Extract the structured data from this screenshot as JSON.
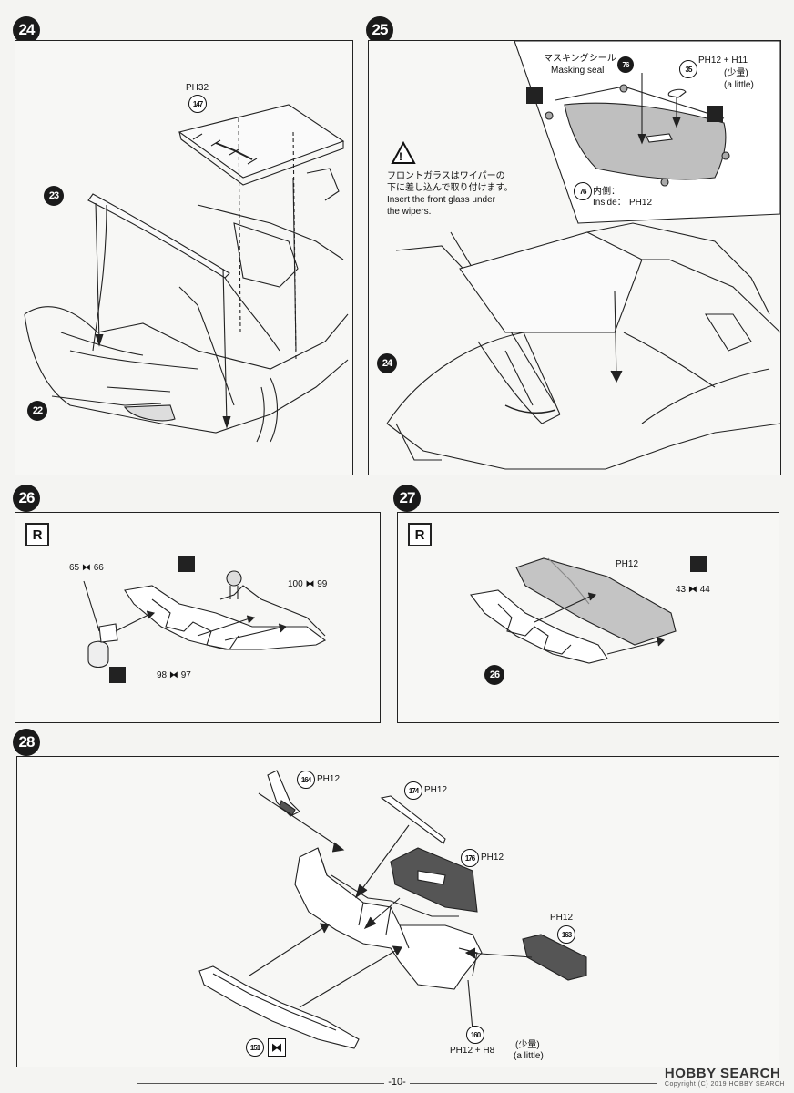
{
  "steps": {
    "s24": {
      "number": "24",
      "label_ph": "PH32",
      "part_147": "147",
      "part_23": "23",
      "part_22": "22"
    },
    "s25": {
      "number": "25",
      "mask_jp": "マスキングシール",
      "mask_en": "Masking seal",
      "part_76a": "76",
      "part_35": "35",
      "ph_top": "PH12 + H11",
      "little_jp": "(少量)",
      "little_en": "(a little)",
      "warn_jp1": "フロントガラスはワイパーの",
      "warn_jp2": "下に差し込んで取り付けます。",
      "warn_en1": "Insert the front glass under",
      "warn_en2": "the wipers.",
      "part_76b": "76",
      "inside_jp": "内側：",
      "inside_en": "Inside：",
      "ph_inside": "PH12",
      "part_24": "24"
    },
    "s26": {
      "number": "26",
      "r_mark": "R",
      "part_65": "65",
      "part_66": "66",
      "part_100": "100",
      "part_99": "99",
      "part_98": "98",
      "part_97": "97"
    },
    "s27": {
      "number": "27",
      "r_mark": "R",
      "ph": "PH12",
      "part_43": "43",
      "part_44": "44",
      "part_26": "26"
    },
    "s28": {
      "number": "28",
      "part_164": "164",
      "ph_164": "PH12",
      "part_174": "174",
      "ph_174": "PH12",
      "part_176": "176",
      "ph_176": "PH12",
      "ph_163": "PH12",
      "part_163": "163",
      "part_151": "151",
      "part_160": "160",
      "ph_160": "PH12 + H8",
      "little_jp": "(少量)",
      "little_en": "(a little)"
    }
  },
  "footer": {
    "page": "-10-"
  },
  "watermark": {
    "brand": "HOBBY SEARCH",
    "sub": "Copyright (C) 2019 HOBBY SEARCH"
  }
}
